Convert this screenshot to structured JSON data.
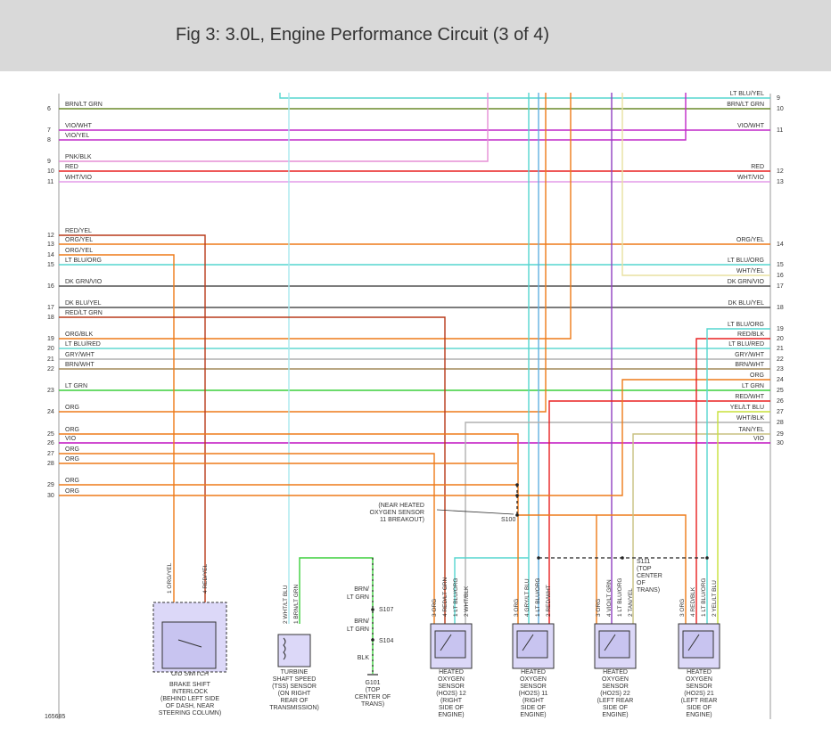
{
  "header": {
    "title": "Fig 3: 3.0L, Engine Performance Circuit (3 of 4)"
  },
  "diagram_id": "165685",
  "colors": {
    "brn_ltgrn": "#6a8a2a",
    "vio_wht": "#c028c8",
    "vio_yel": "#c028c8",
    "pnk_blk": "#e58fd5",
    "red": "#e82020",
    "wht_vio": "#e39be8",
    "red_yel": "#b83a1a",
    "org": "#ee7a18",
    "ltblu_org": "#55d6cf",
    "dkgrn_vio": "#505050",
    "dkblu_yel": "#505050",
    "gry_wht": "#b0b0b0",
    "brn_wht": "#a48a5a",
    "lt_grn": "#3ccf3c",
    "vio": "#c010c0",
    "yel": "#c8e03a",
    "tan_yel": "#c8c080",
    "ltblu_red": "#60d8d0"
  },
  "left_wires": [
    {
      "num": "6",
      "label": "BRN/LT GRN"
    },
    {
      "num": "7",
      "label": "VIO/WHT"
    },
    {
      "num": "8",
      "label": "VIO/YEL"
    },
    {
      "num": "9",
      "label": "PNK/BLK"
    },
    {
      "num": "10",
      "label": "RED"
    },
    {
      "num": "11",
      "label": "WHT/VIO"
    },
    {
      "num": "12",
      "label": "RED/YEL"
    },
    {
      "num": "13",
      "label": "ORG/YEL"
    },
    {
      "num": "14",
      "label": "ORG/YEL"
    },
    {
      "num": "15",
      "label": "LT BLU/ORG"
    },
    {
      "num": "16",
      "label": "DK GRN/VIO"
    },
    {
      "num": "17",
      "label": "DK BLU/YEL"
    },
    {
      "num": "18",
      "label": "RED/LT GRN"
    },
    {
      "num": "19",
      "label": "ORG/BLK"
    },
    {
      "num": "20",
      "label": "LT BLU/RED"
    },
    {
      "num": "21",
      "label": "GRY/WHT"
    },
    {
      "num": "22",
      "label": "BRN/WHT"
    },
    {
      "num": "23",
      "label": "LT GRN"
    },
    {
      "num": "24",
      "label": "ORG"
    },
    {
      "num": "25",
      "label": "ORG"
    },
    {
      "num": "26",
      "label": "VIO"
    },
    {
      "num": "27",
      "label": "ORG"
    },
    {
      "num": "28",
      "label": "ORG"
    },
    {
      "num": "29",
      "label": "ORG"
    },
    {
      "num": "30",
      "label": "ORG"
    }
  ],
  "right_wires": [
    {
      "num": "9",
      "label": "LT BLU/YEL"
    },
    {
      "num": "10",
      "label": "BRN/LT GRN"
    },
    {
      "num": "11",
      "label": "VIO/WHT"
    },
    {
      "num": "12",
      "label": "RED"
    },
    {
      "num": "13",
      "label": "WHT/VIO"
    },
    {
      "num": "14",
      "label": "ORG/YEL"
    },
    {
      "num": "15",
      "label": "LT BLU/ORG"
    },
    {
      "num": "16",
      "label": "WHT/YEL"
    },
    {
      "num": "17",
      "label": "DK GRN/VIO"
    },
    {
      "num": "18",
      "label": "DK BLU/YEL"
    },
    {
      "num": "19",
      "label": "LT BLU/ORG"
    },
    {
      "num": "20",
      "label": "RED/BLK"
    },
    {
      "num": "21",
      "label": "LT BLU/RED"
    },
    {
      "num": "22",
      "label": "GRY/WHT"
    },
    {
      "num": "23",
      "label": "BRN/WHT"
    },
    {
      "num": "24",
      "label": "ORG"
    },
    {
      "num": "25",
      "label": "LT GRN"
    },
    {
      "num": "26",
      "label": "RED/WHT"
    },
    {
      "num": "27",
      "label": "YEL/LT BLU"
    },
    {
      "num": "28",
      "label": "WHT/BLK"
    },
    {
      "num": "29",
      "label": "TAN/YEL"
    },
    {
      "num": "30",
      "label": "VIO"
    }
  ],
  "splices": {
    "s100_note": [
      "(NEAR HEATED",
      "OXYGEN SENSOR",
      "11 BREAKOUT)"
    ],
    "s100": "S100",
    "s111": [
      "S111",
      "(TOP",
      "CENTER",
      "OF",
      "TRANS)"
    ],
    "s107": "S107",
    "s104": "S104",
    "g101": [
      "G101",
      "(TOP",
      "CENTER OF",
      "TRANS)"
    ],
    "brn_ltgrn_a": [
      "BRN/",
      "LT GRN"
    ],
    "brn_ltgrn_b": [
      "BRN/",
      "LT GRN"
    ],
    "blk": "BLK"
  },
  "components": [
    {
      "id": "od",
      "box_label": "O/D SWITCH",
      "caption": [
        "BRAKE SHIFT",
        "INTERLOCK",
        "(BEHIND LEFT SIDE",
        "OF DASH, NEAR",
        "STEERING COLUMN)"
      ],
      "pins": [
        {
          "n": "1",
          "w": "ORG/YEL"
        },
        {
          "n": "4",
          "w": "RED/YEL"
        }
      ]
    },
    {
      "id": "tss",
      "caption": [
        "TURBINE",
        "SHAFT SPEED",
        "(TSS) SENSOR",
        "(ON RIGHT",
        "REAR OF",
        "TRANSMISSION)"
      ],
      "pins": [
        {
          "n": "2",
          "w": "WHT/LT BLU"
        },
        {
          "n": "1",
          "w": "BRN/LT GRN"
        }
      ]
    },
    {
      "id": "ho2s12",
      "caption": [
        "HEATED",
        "OXYGEN",
        "SENSOR",
        "(HO2S) 12",
        "(RIGHT",
        "SIDE OF",
        "ENGINE)"
      ],
      "pins": [
        {
          "n": "3",
          "w": "ORG"
        },
        {
          "n": "4",
          "w": "RED/LT GRN"
        },
        {
          "n": "1",
          "w": "LT BLU/ORG"
        },
        {
          "n": "2",
          "w": "WHT/BLK"
        }
      ]
    },
    {
      "id": "ho2s11",
      "caption": [
        "HEATED",
        "OXYGEN",
        "SENSOR",
        "(HO2S) 11",
        "(RIGHT",
        "SIDE OF",
        "ENGINE)"
      ],
      "pins": [
        {
          "n": "3",
          "w": "ORG"
        },
        {
          "n": "4",
          "w": "GRY/LT BLU"
        },
        {
          "n": "1",
          "w": "LT BLU/ORG"
        },
        {
          "n": "2",
          "w": "RED/WHT"
        }
      ]
    },
    {
      "id": "ho2s22",
      "caption": [
        "HEATED",
        "OXYGEN",
        "SENSOR",
        "(HO2S) 22",
        "(LEFT REAR",
        "SIDE OF",
        "ENGINE)"
      ],
      "pins": [
        {
          "n": "3",
          "w": "ORG"
        },
        {
          "n": "4",
          "w": "VIO/LT GRN"
        },
        {
          "n": "1",
          "w": "LT BLU/ORG"
        },
        {
          "n": "2",
          "w": "TAN/YEL"
        }
      ]
    },
    {
      "id": "ho2s21",
      "caption": [
        "HEATED",
        "OXYGEN",
        "SENSOR",
        "(HO2S) 21",
        "(LEFT REAR",
        "SIDE OF",
        "ENGINE)"
      ],
      "pins": [
        {
          "n": "3",
          "w": "ORG"
        },
        {
          "n": "4",
          "w": "RED/BLK"
        },
        {
          "n": "1",
          "w": "LT BLU/ORG"
        },
        {
          "n": "2",
          "w": "YEL/LT BLU"
        }
      ]
    }
  ]
}
